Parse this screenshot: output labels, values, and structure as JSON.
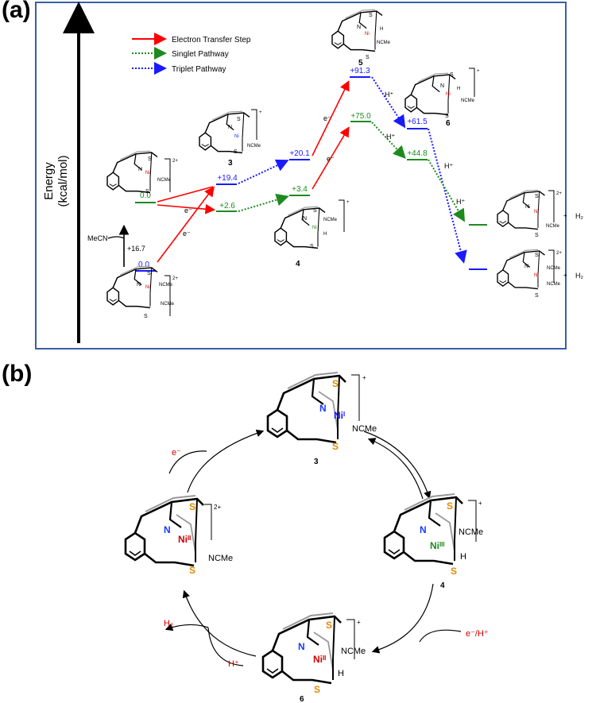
{
  "panel_a": {
    "label": "(a)",
    "axis_label_line1": "Energy",
    "axis_label_line2": "(kcal/mol)",
    "legend": {
      "items": [
        {
          "label": "Electron Transfer Step",
          "color": "#ff0000",
          "style": "solid"
        },
        {
          "label": "Singlet Pathway",
          "color": "#1e8a1e",
          "style": "dotted"
        },
        {
          "label": "Triplet Pathway",
          "color": "#1a1aff",
          "style": "dotted"
        }
      ]
    },
    "levels": {
      "start_singlet": "0.0",
      "start_triplet": "0.0",
      "s3_triplet": "+19.4",
      "s3_singlet": "+2.6",
      "l4_triplet": "+20.1",
      "l4_singlet": "+3.4",
      "l5_triplet": "+91.3",
      "l5_singlet": "+75.0",
      "l6_triplet": "+61.5",
      "l6_singlet": "+44.8"
    },
    "annotations": {
      "mecn": "MeCN",
      "mecn_energy": "+16.7",
      "e1": "e⁻",
      "e2": "e⁻",
      "e3": "e⁻",
      "e4": "e⁻",
      "h1": "H⁺",
      "h2": "H⁺",
      "h3": "H⁺",
      "h4": "H⁺",
      "h2_gas_1": "H₂",
      "h2_gas_2": "H₂",
      "plus1": "+",
      "plus2": "+"
    },
    "compound_labels": {
      "c3": "3",
      "c4": "4",
      "c5": "5",
      "c6": "6"
    },
    "charges": {
      "two_plus": "2+",
      "plus": "+"
    },
    "ligand": "NCMe",
    "hydride": "H",
    "metal": "Ni"
  },
  "panel_b": {
    "label": "(b)",
    "compound_labels": {
      "c3": "3",
      "c4": "4",
      "c6": "6"
    },
    "steps": {
      "electron": "e⁻",
      "electron_proton": "e⁻/H⁺",
      "proton": "H⁺",
      "hydrogen": "H₂"
    },
    "charges": {
      "two_plus": "2+",
      "plus": "+"
    },
    "ligand": "NCMe",
    "hydride": "H",
    "metal_labels": {
      "ni_ii": "Niᴵᴵ",
      "ni_i": "Niᴵ",
      "ni_iii": "Niᴵᴵᴵ",
      "ni_ii_b": "Niᴵᴵ"
    },
    "sulfur": "S",
    "nitrogen": "N"
  }
}
